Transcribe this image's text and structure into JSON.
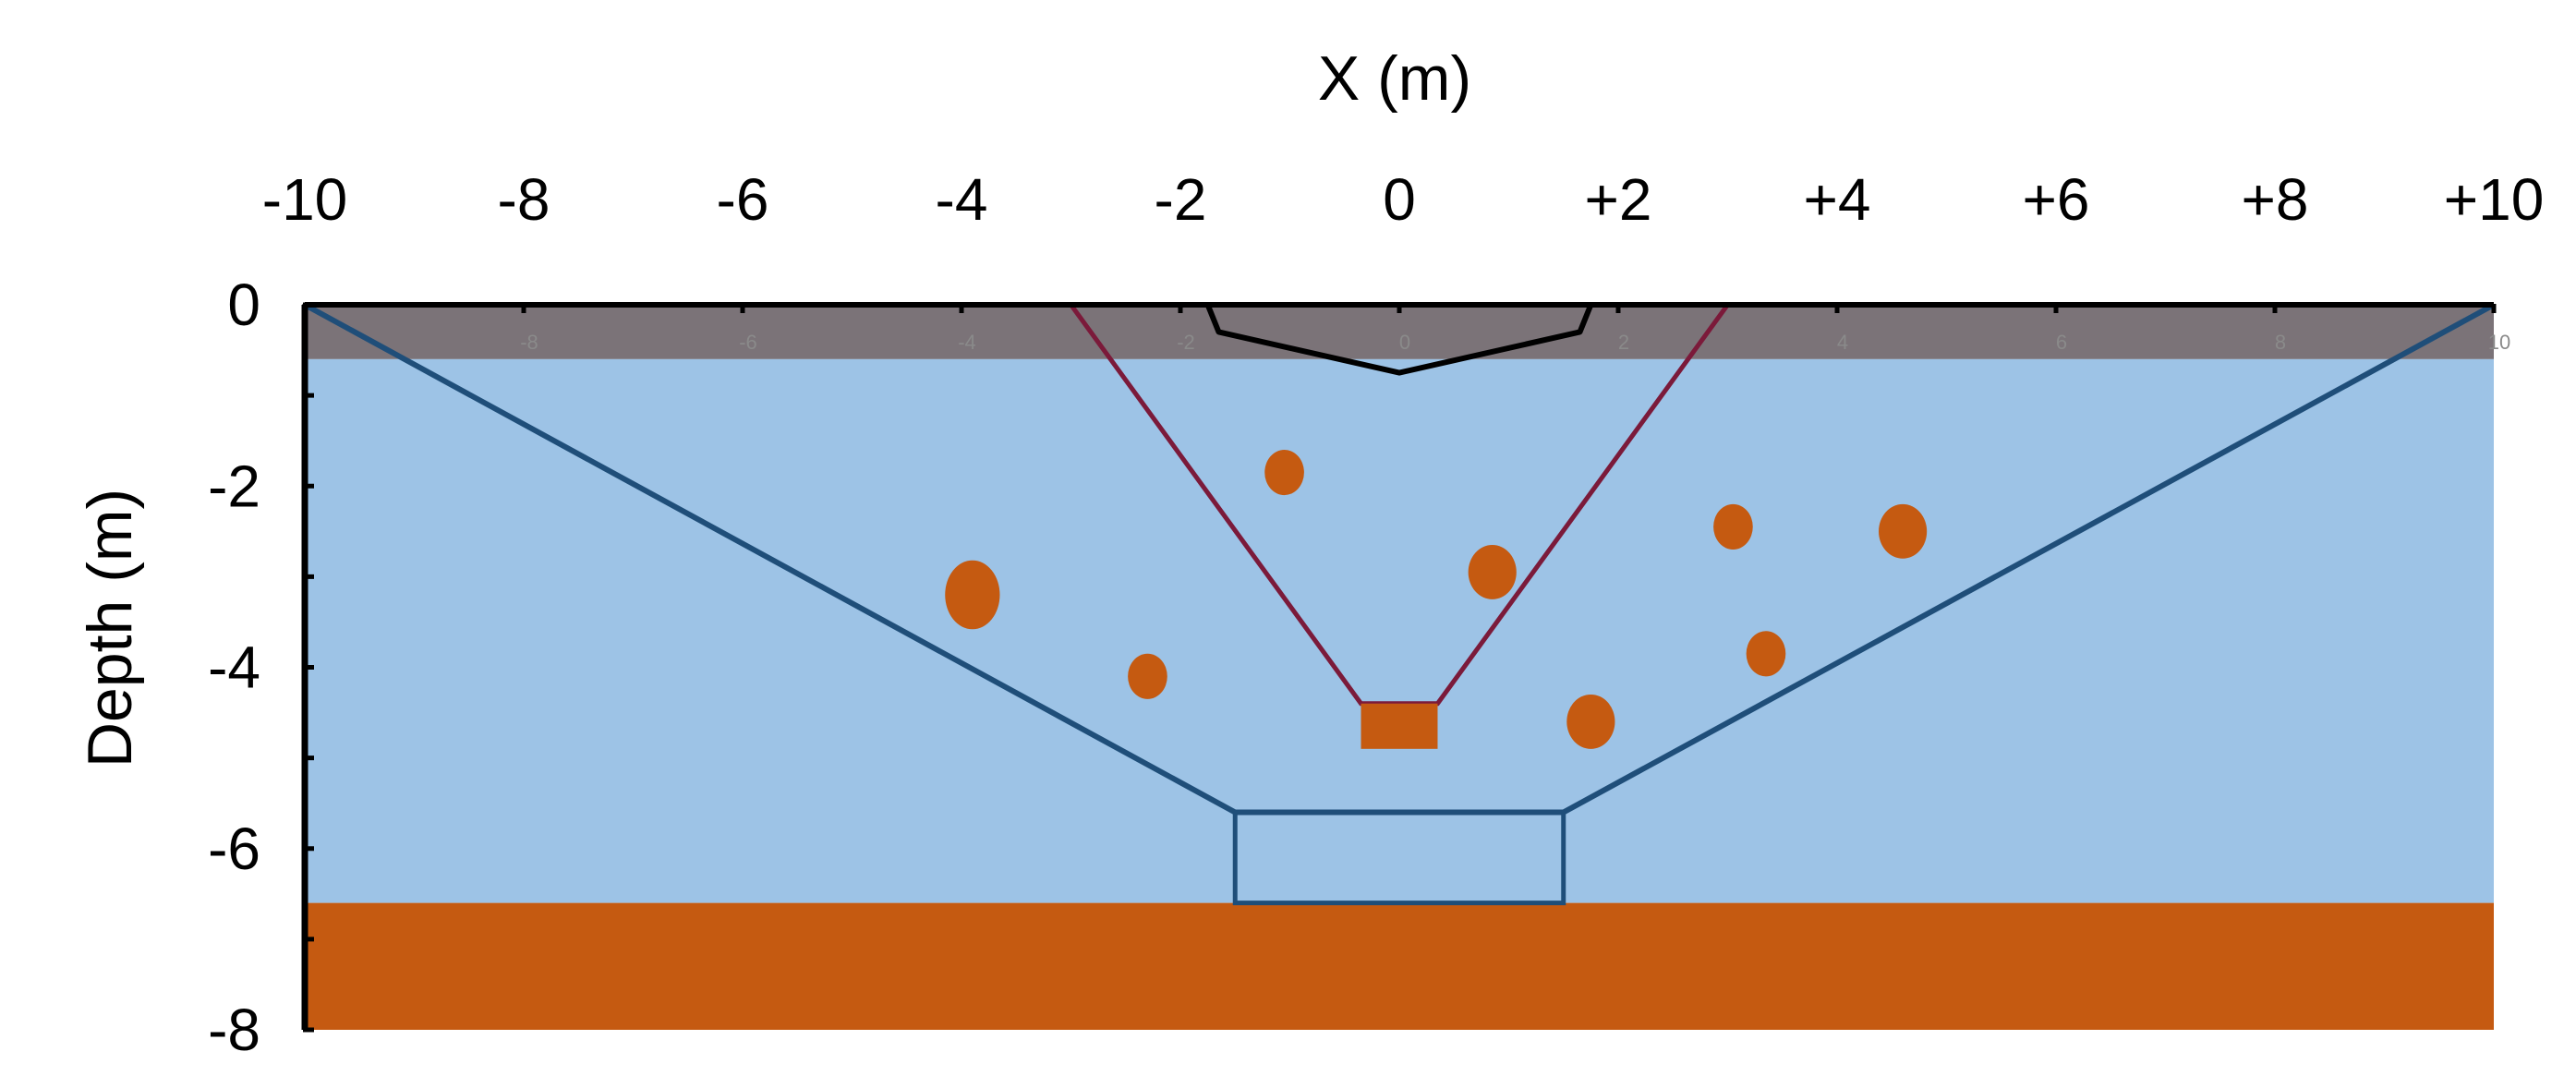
{
  "x_axis": {
    "title": "X (m)",
    "ticks": [
      {
        "value": -10,
        "label": "-10"
      },
      {
        "value": -8,
        "label": "-8"
      },
      {
        "value": -6,
        "label": "-6"
      },
      {
        "value": -4,
        "label": "-4"
      },
      {
        "value": -2,
        "label": "-2"
      },
      {
        "value": 0,
        "label": "0"
      },
      {
        "value": 2,
        "label": "+2"
      },
      {
        "value": 4,
        "label": "+4"
      },
      {
        "value": 6,
        "label": "+6"
      },
      {
        "value": 8,
        "label": "+8"
      },
      {
        "value": 10,
        "label": "+10"
      }
    ],
    "faint_ticks": [
      {
        "value": -8,
        "label": "-8"
      },
      {
        "value": -6,
        "label": "-6"
      },
      {
        "value": -4,
        "label": "-4"
      },
      {
        "value": -2,
        "label": "-2"
      },
      {
        "value": 0,
        "label": "0"
      },
      {
        "value": 2,
        "label": "2"
      },
      {
        "value": 4,
        "label": "4"
      },
      {
        "value": 6,
        "label": "6"
      },
      {
        "value": 8,
        "label": "8"
      },
      {
        "value": 10,
        "label": "10"
      }
    ]
  },
  "y_axis": {
    "title": "Depth (m)",
    "ticks": [
      {
        "value": 0,
        "label": "0"
      },
      {
        "value": -2,
        "label": "-2"
      },
      {
        "value": -4,
        "label": "-4"
      },
      {
        "value": -6,
        "label": "-6"
      },
      {
        "value": -8,
        "label": "-8"
      }
    ]
  },
  "colors": {
    "top_layer": "#7b7378",
    "water": "#9dc3e6",
    "bottom_layer": "#c55a11",
    "blue_outline": "#1f4e79",
    "red_outline": "#7b1a3a",
    "black_outline": "#000000",
    "nodule": "#c55a11"
  },
  "diagram": {
    "x_range": [
      -10,
      10
    ],
    "depth_range": [
      0,
      -8
    ],
    "layers": [
      {
        "name": "top-layer",
        "top": 0,
        "bottom": -0.6
      },
      {
        "name": "water-layer",
        "top": -0.6,
        "bottom": -6.6
      },
      {
        "name": "bottom-layer",
        "top": -6.6,
        "bottom": -8
      }
    ],
    "blue_trapezoid": [
      [
        -10,
        0
      ],
      [
        -1.5,
        -5.6
      ],
      [
        1.5,
        -5.6
      ],
      [
        10,
        0
      ]
    ],
    "blue_box": {
      "x0": -1.5,
      "x1": 1.5,
      "top": -5.6,
      "bottom": -6.6
    },
    "red_trapezoid": [
      [
        -3,
        0
      ],
      [
        -0.35,
        -4.4
      ],
      [
        0.35,
        -4.4
      ],
      [
        3,
        0
      ]
    ],
    "black_notch": [
      [
        -1.75,
        0
      ],
      [
        -1.65,
        -0.3
      ],
      [
        0,
        -0.75
      ],
      [
        1.65,
        -0.3
      ],
      [
        1.75,
        0
      ]
    ],
    "target_block": {
      "x0": -0.35,
      "x1": 0.35,
      "top": -4.4,
      "bottom": -4.9
    },
    "nodules": [
      {
        "x": -1.05,
        "depth": -1.85,
        "rx": 0.18,
        "ry": 0.25
      },
      {
        "x": -3.9,
        "depth": -3.2,
        "rx": 0.25,
        "ry": 0.38
      },
      {
        "x": -2.3,
        "depth": -4.1,
        "rx": 0.18,
        "ry": 0.25
      },
      {
        "x": 0.85,
        "depth": -2.95,
        "rx": 0.22,
        "ry": 0.3
      },
      {
        "x": 1.75,
        "depth": -4.6,
        "rx": 0.22,
        "ry": 0.3
      },
      {
        "x": 3.05,
        "depth": -2.45,
        "rx": 0.18,
        "ry": 0.25
      },
      {
        "x": 4.6,
        "depth": -2.5,
        "rx": 0.22,
        "ry": 0.3
      },
      {
        "x": 3.35,
        "depth": -3.85,
        "rx": 0.18,
        "ry": 0.25
      }
    ]
  }
}
